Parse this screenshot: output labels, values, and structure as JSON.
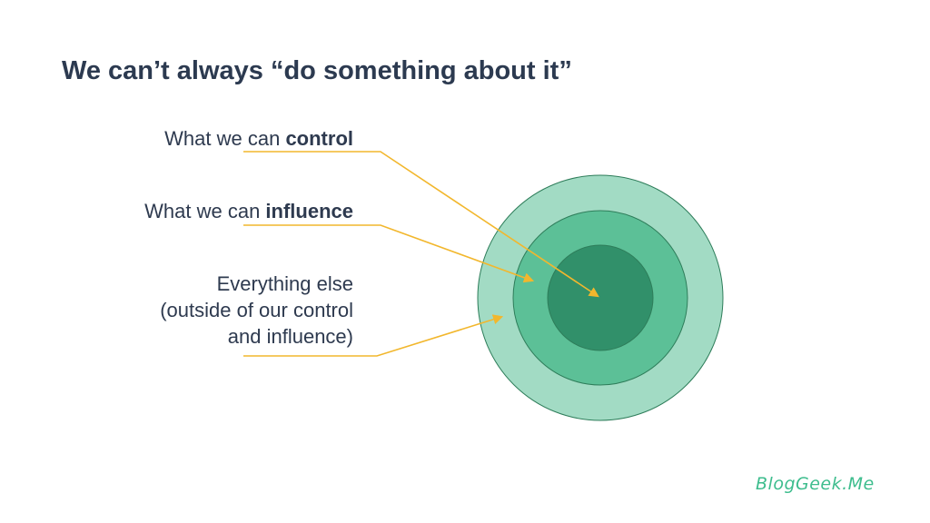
{
  "title": "We can’t always “do something about it”",
  "labels": {
    "control": {
      "prefix": "What we can ",
      "emphasis": "control"
    },
    "influence": {
      "prefix": "What we can ",
      "emphasis": "influence"
    },
    "everything_else": {
      "line1": "Everything else",
      "line2": "(outside of our control",
      "line3": "and influence)"
    }
  },
  "colors": {
    "outer_circle": "#a2dbc4",
    "middle_circle": "#5cc097",
    "inner_circle": "#31906a",
    "circle_stroke": "#2e7d5a",
    "connector": "#f2b72d",
    "title_text": "#2c3a50",
    "logo": "#3ebd8e"
  },
  "brand": {
    "logo_text": "BlogGeek.Me"
  }
}
